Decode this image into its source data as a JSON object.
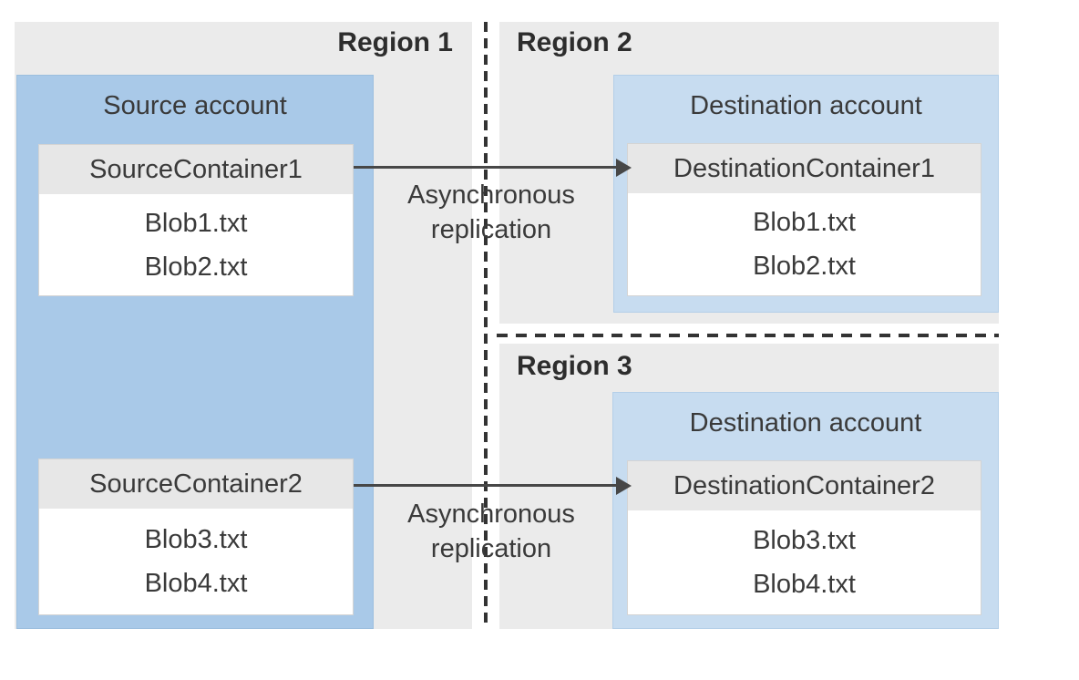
{
  "region1": {
    "label": "Region 1",
    "source_account": {
      "title": "Source account",
      "containers": [
        {
          "name": "SourceContainer1",
          "blobs": [
            "Blob1.txt",
            "Blob2.txt"
          ]
        },
        {
          "name": "SourceContainer2",
          "blobs": [
            "Blob3.txt",
            "Blob4.txt"
          ]
        }
      ]
    }
  },
  "region2": {
    "label": "Region 2",
    "destination_account": {
      "title": "Destination account",
      "container": {
        "name": "DestinationContainer1",
        "blobs": [
          "Blob1.txt",
          "Blob2.txt"
        ]
      }
    }
  },
  "region3": {
    "label": "Region 3",
    "destination_account": {
      "title": "Destination account",
      "container": {
        "name": "DestinationContainer2",
        "blobs": [
          "Blob3.txt",
          "Blob4.txt"
        ]
      }
    }
  },
  "arrows": [
    {
      "label": "Asynchronous replication"
    },
    {
      "label": "Asynchronous replication"
    }
  ],
  "colors": {
    "region_panel_fill": "#ebebeb",
    "source_account_fill": "#a9c9e8",
    "destination_account_fill": "#c7dcf0",
    "container_header_fill": "#e7e7e7",
    "container_body_fill": "#ffffff",
    "text": "#3a3a3a",
    "arrow": "#474747",
    "divider": "#333333"
  }
}
